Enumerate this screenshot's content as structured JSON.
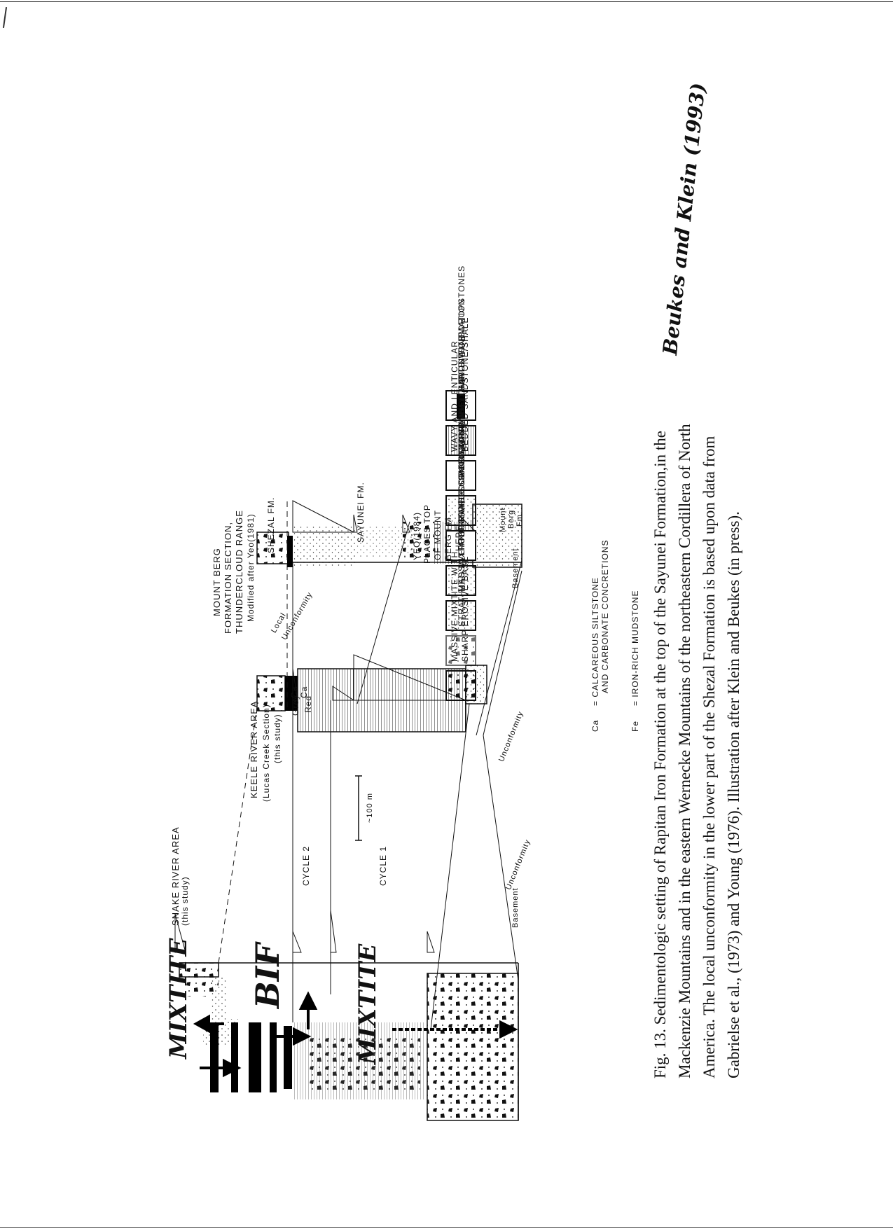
{
  "figure": {
    "sections": {
      "snake_river": {
        "title": "SNAKE RIVER AREA",
        "subtitle": "(this study)",
        "base": "Basement"
      },
      "keele_river": {
        "title": "KEELE RIVER AREA",
        "line2": "(Lucas Creek Section)",
        "line3": "(this study)",
        "grey": "Grey",
        "red": "Red",
        "ca1": "Ca",
        "ca2": "Ca"
      },
      "mount_berg": {
        "line1": "MOUNT BERG",
        "line2": "FORMATION SECTION,",
        "line3": "THUNDERCLOUD RANGE",
        "line4": "Modified after Yeo(1981)",
        "base": "Basement"
      }
    },
    "labels": {
      "cycle2": "CYCLE 2",
      "cycle1": "CYCLE 1",
      "scale": "~100 m",
      "unconformity1": "Unconformity",
      "unconformity2": "Unconformity",
      "local_unconformity_1": "Local",
      "local_unconformity_2": "Unconformity",
      "shezal": "SHEZAL FM.",
      "sayunei": "SAYUNEI FM.",
      "yeo_1": "YEO(1984)",
      "yeo_2": "PLACES TOP",
      "yeo_3": "OF MOUNT",
      "yeo_4": "BERG FM.",
      "yeo_5": "HERE",
      "mount_berg_fm_1": "Mount",
      "mount_berg_fm_2": "Berg",
      "mount_berg_fm_3": "Fm."
    },
    "handwritten": {
      "mixtite_top": "MIXTITE",
      "bif": "BIF",
      "mixtite_bottom": "MIXTITE",
      "attribution": "Beukes and Klein (1993)"
    }
  },
  "legend": [
    {
      "line1": "MASSIVE MIXTITE WITH",
      "line2": "SHARP EROSIVE BASE",
      "icon": "massive-mixtite-icon"
    },
    {
      "line1": "STRATIFIED MIXTITE/SHALE",
      "line2": "",
      "icon": "stratified-mixtite-icon"
    },
    {
      "line1": "MASSIVE AND GRADED SANDSTONE",
      "line2": "",
      "icon": "massive-sandstone-icon"
    },
    {
      "line1": "TROUGH CROSS-BEDDED SANDSTONE",
      "line2": "",
      "icon": "trough-sandstone-icon"
    },
    {
      "line1": "RIPPLE CROSS-LAMINATED SANDSTONE",
      "line2": "",
      "icon": "ripple-sandstone-icon"
    },
    {
      "line1": "CONGLOMERATE",
      "line2": "",
      "icon": "conglomerate-icon"
    },
    {
      "line1": "WAVY AND LENTICULAR",
      "line2": "BEDDED SANDSTONE/SHALE",
      "icon": "wavy-sandstone-icon"
    },
    {
      "line1": "RHYTHMITE WITH DROPSTONES",
      "line2": "",
      "icon": "rhythmite-icon"
    },
    {
      "line1": "IRON-FORMATION",
      "line2": "",
      "icon": "iron-formation-icon"
    }
  ],
  "legend_notes": {
    "ca_symbol": "Ca",
    "ca_line1": "= CALCAREOUS SILTSTONE",
    "ca_line2": "AND CARBONATE CONCRETIONS",
    "fe_symbol": "Fe",
    "fe_text": "= IRON-RICH MUDSTONE"
  },
  "caption": {
    "line1": "Fig. 13. Sedimentologic setting of Rapitan Iron Formation at the top of the Sayunei Formation,in the",
    "line2": "Mackenzie Mountains and in the eastern Wernecke Mountains of the northeastern Cordillera of North",
    "line3": "America. The local unconformity in the lower part of the Shezal Formation is based upon data from",
    "line4": "Gabrielse et al., (1973) and Young (1976). Illustration after Klein and Beukes (in press)."
  }
}
